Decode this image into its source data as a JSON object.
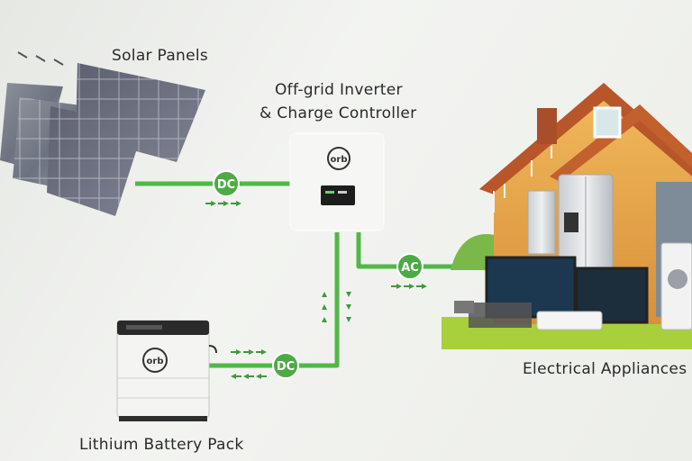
{
  "labels": {
    "solar": "Solar Panels",
    "inverter_line1": "Off-grid Inverter",
    "inverter_line2": "& Charge Controller",
    "appliances": "Electrical Appliances",
    "battery": "Lithium Battery Pack"
  },
  "badges": {
    "dc_solar": "DC",
    "ac": "AC",
    "dc_battery": "DC"
  },
  "brand": "orb",
  "colors": {
    "wire": "#52b748",
    "badge": "#4daa45",
    "arrow": "#3f9a3c",
    "house_wall": "#e4a64a",
    "roof": "#b8562a"
  }
}
